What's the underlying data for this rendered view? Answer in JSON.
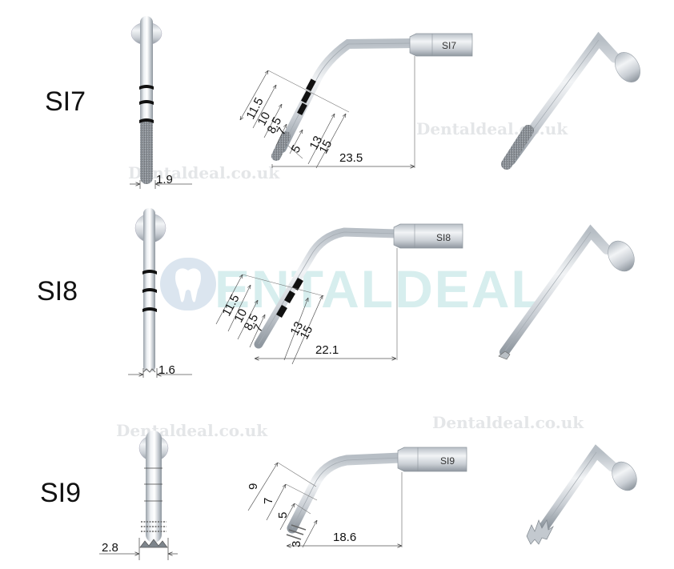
{
  "watermarks": {
    "brand_large": "DENTALDEAL",
    "brand_small": "Dentaldeal.co.uk",
    "colors": {
      "brand_blue": "#dbe5ef",
      "brand_teal": "#d7eeee",
      "small": "#e4e6e8"
    }
  },
  "tips": [
    {
      "model": "SI7",
      "engraving": "SI7",
      "tip_diameter": "1.9",
      "reach": "23.5",
      "depth_marks_left": [
        "11.5",
        "10",
        "8.5",
        "7"
      ],
      "depth_marks_right": [
        "5",
        "13",
        "15"
      ],
      "tip_type": "diamond-coated"
    },
    {
      "model": "SI8",
      "engraving": "SI8",
      "tip_diameter": "1.6",
      "reach": "22.1",
      "depth_marks_left": [
        "11.5",
        "10",
        "8.5",
        "7"
      ],
      "depth_marks_right": [
        "13",
        "15"
      ],
      "tip_type": "notched"
    },
    {
      "model": "SI9",
      "engraving": "SI9",
      "tip_diameter": "2.8",
      "reach": "18.6",
      "depth_marks_left": [
        "9",
        "7",
        "5"
      ],
      "depth_marks_right": [
        "3"
      ],
      "tip_type": "crown-cutter"
    }
  ],
  "colors": {
    "steel_light": "#eef1f4",
    "steel_mid": "#c3c9cf",
    "steel_dark": "#8d959d",
    "depth_band": "#111111",
    "dimension_line": "#555555"
  }
}
